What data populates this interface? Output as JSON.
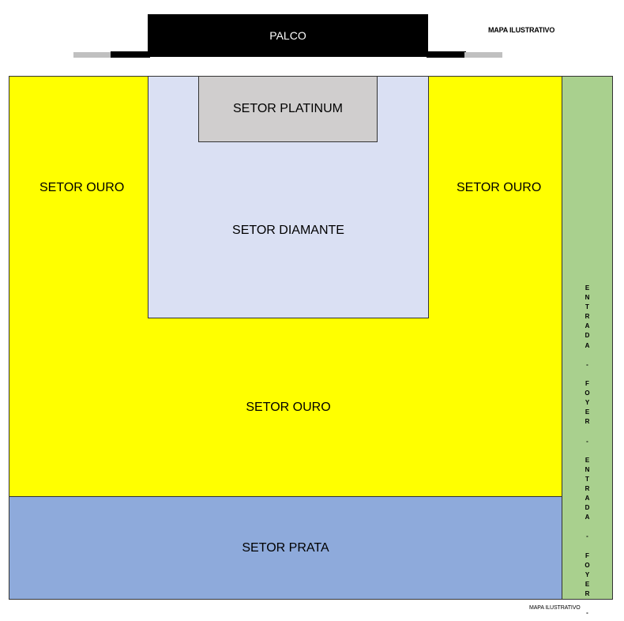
{
  "stage": {
    "label": "PALCO"
  },
  "caption_top": "MAPA ILUSTRATIVO",
  "caption_bottom": "MAPA ILUSTRATIVO",
  "sectors": {
    "platinum": "SETOR PLATINUM",
    "diamante": "SETOR DIAMANTE",
    "ouro_left": "SETOR OURO",
    "ouro_right": "SETOR OURO",
    "ouro_center": "SETOR OURO",
    "prata": "SETOR PRATA"
  },
  "entrance": {
    "label": "E\nN\nT\nR\nA\nD\nA\n\n-\n\nF\nO\nY\nE\nR\n\n-\n\nE\nN\nT\nR\nA\nD\nA\n\n-\n\nF\nO\nY\nE\nR\n\n-"
  },
  "colors": {
    "ouro": "#ffff00",
    "diamante": "#dae0f3",
    "platinum": "#d0cece",
    "prata": "#8eaadb",
    "entrada": "#a9d08e",
    "palco": "#000000"
  }
}
